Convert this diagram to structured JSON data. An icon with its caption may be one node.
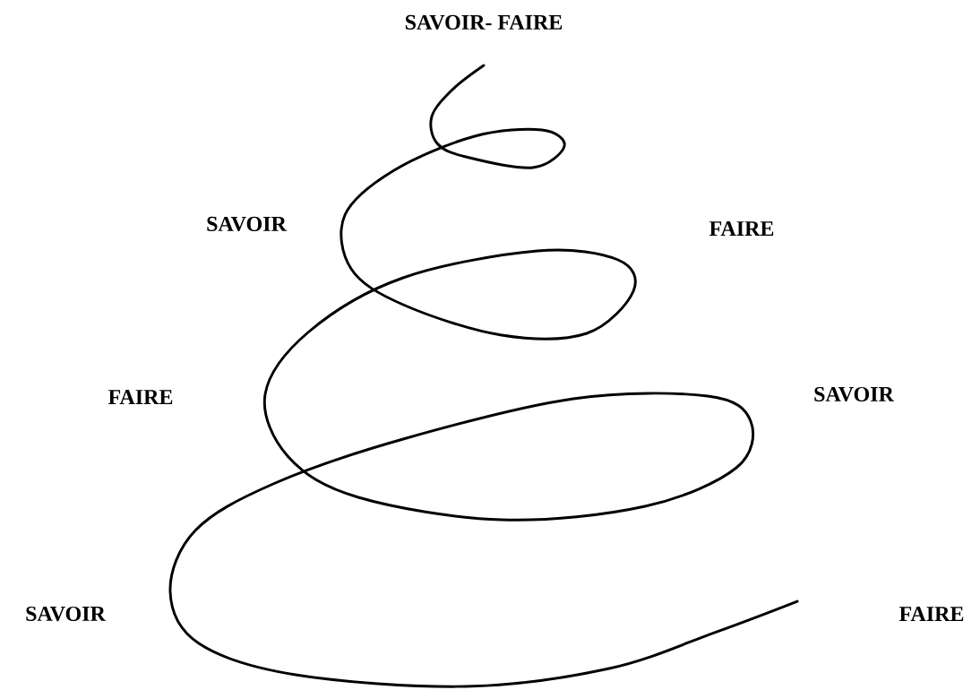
{
  "diagram": {
    "labels": [
      "SAVOIR- FAIRE",
      "SAVOIR",
      "FAIRE",
      "FAIRE",
      "SAVOIR",
      "SAVOIR",
      "FAIRE"
    ]
  }
}
